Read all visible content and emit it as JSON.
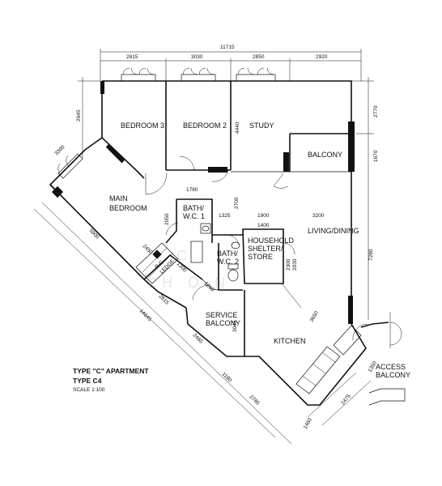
{
  "rooms": {
    "bedroom3": "BEDROOM 3",
    "bedroom2": "BEDROOM 2",
    "study": "STUDY",
    "balcony": "BALCONY",
    "main_bedroom_1": "MAIN",
    "main_bedroom_2": "BEDROOM",
    "bath1_1": "BATH/",
    "bath1_2": "W.C. 1",
    "bath2_1": "BATH/",
    "bath2_2": "W.C. 2",
    "household_1": "HOUSEHOLD",
    "household_2": "SHELTER/",
    "household_3": "STORE",
    "living_dining": "LIVING/DINING",
    "service_balcony_1": "SERVICE",
    "service_balcony_2": "BALCONY",
    "kitchen": "KITCHEN",
    "access_balcony_1": "ACCESS",
    "access_balcony_2": "BALCONY",
    "rc_ledge_1": "R.C.",
    "rc_ledge_2": "LEDGE"
  },
  "dimensions": {
    "overall_width": "11715",
    "top_2815": "2815",
    "top_3030": "3030",
    "top_2850": "2850",
    "top_2920": "2920",
    "left_2945": "2945",
    "right_2770": "2770",
    "right_1670": "1670",
    "study_4440": "4440",
    "diag_3300": "3300",
    "bath_1780": "1780",
    "bath_2050": "2050",
    "study_2700": "2700",
    "mid_1325": "1325",
    "mid_1900": "1900",
    "mid_3200": "3200",
    "store_1400": "1400",
    "store_2300": "2300",
    "store_2030": "2030",
    "right_7280": "7280",
    "diag_5900": "5900",
    "diag_2450": "2450",
    "ledge_1300": "1300",
    "ledge_1265": "1265",
    "diag_2815": "2815",
    "diag_14645": "14645",
    "service_3045": "3045",
    "kitchen_3650": "3650",
    "diag_2465": "2465",
    "diag_1180": "1180",
    "diag_2785": "2785",
    "diag_2475": "2475",
    "diag_1460": "1460",
    "diag_1350": "1350"
  },
  "caption": {
    "type": "TYPE \"C\" APARTMENT",
    "subtype": "TYPE C4",
    "scale": "SCALE 1:100"
  },
  "watermark": {
    "line1": "C",
    "line2": "CH  O  N"
  }
}
